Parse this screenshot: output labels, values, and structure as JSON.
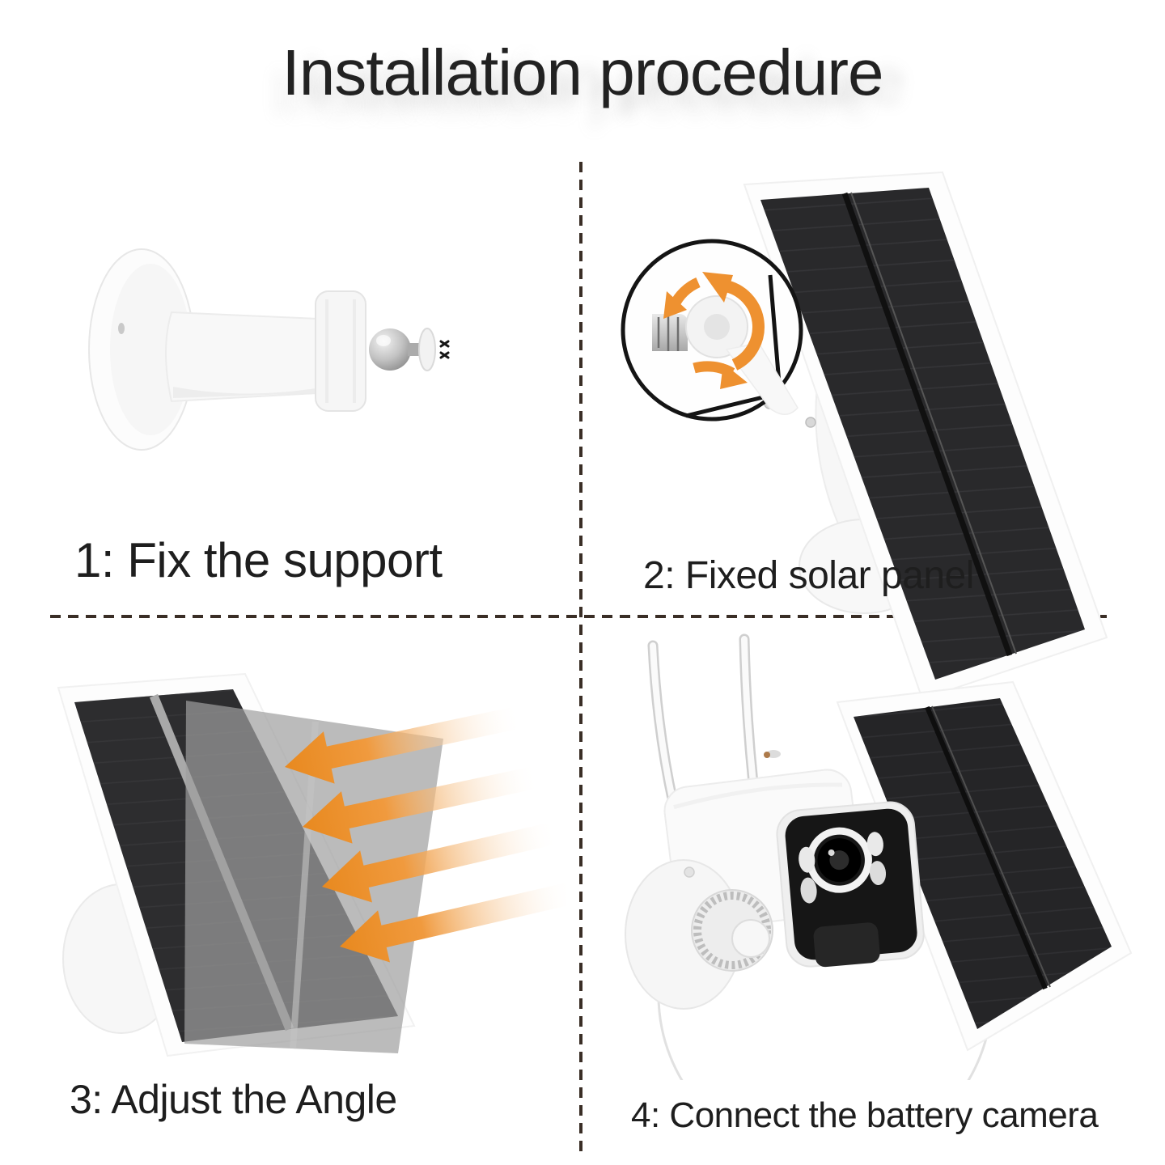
{
  "title": "Installation procedure",
  "steps": [
    {
      "id": 1,
      "label": "1: Fix the support",
      "illustration": "wall-mount-bracket-illustration"
    },
    {
      "id": 2,
      "label": "2: Fixed solar panel",
      "illustration": "solar-panel-on-wall-mount-with-rotation-inset-illustration"
    },
    {
      "id": 3,
      "label": "3: Adjust the Angle",
      "illustration": "solar-panel-angle-adjustment-with-sunlight-arrows-illustration"
    },
    {
      "id": 4,
      "label": "4: Connect the battery camera",
      "illustration": "battery-camera-with-solar-panel-illustration"
    }
  ],
  "colors": {
    "background": "#ffffff",
    "text": "#1f1f1f",
    "divider_dash": "#3a2e26",
    "accent_orange": "#EE9130",
    "solar_panel_dark": "#28282a"
  }
}
